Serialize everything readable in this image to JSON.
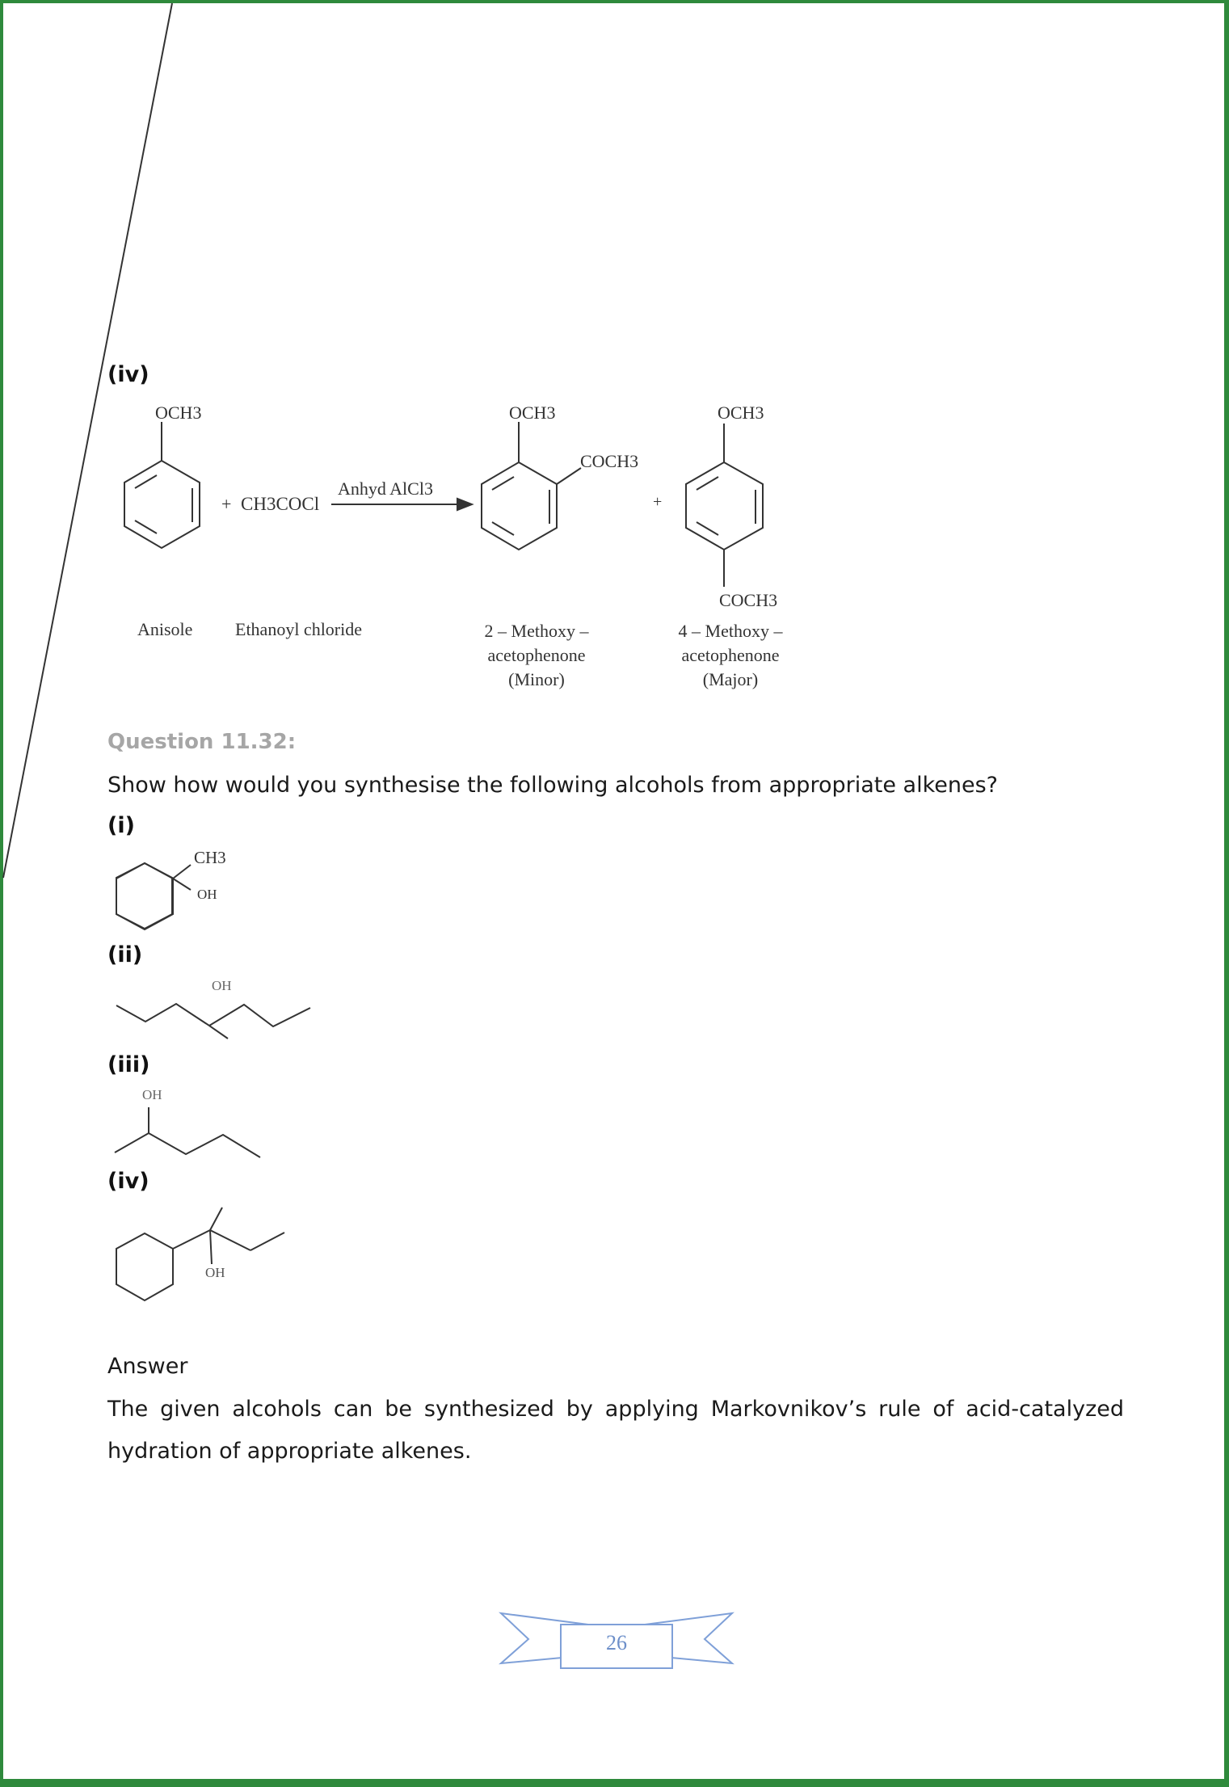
{
  "page": {
    "border_color": "#2f8a3c",
    "page_number": "26"
  },
  "prev_answer": {
    "part_label": "(iv)",
    "reaction": {
      "reactant1_group": "OCH3",
      "plus1": "+",
      "reactant2": "CH3COCl",
      "reagent": "Anhyd AlCl3",
      "product1_groups": [
        "OCH3",
        "COCH3"
      ],
      "plus2": "+",
      "product2_groups": [
        "OCH3",
        "COCH3"
      ]
    },
    "captions": {
      "reactant1": "Anisole",
      "reactant2": "Ethanoyl chloride",
      "product1": [
        "2 – Methoxy –",
        "acetophenone",
        "(Minor)"
      ],
      "product2": [
        "4 – Methoxy –",
        "acetophenone",
        "(Major)"
      ]
    }
  },
  "question": {
    "title": "Question 11.32:",
    "text": "Show how would you synthesise the following alcohols from appropriate alkenes?",
    "parts": [
      {
        "label": "(i)",
        "groups": [
          "CH3",
          "OH"
        ]
      },
      {
        "label": "(ii)",
        "groups": [
          "OH"
        ]
      },
      {
        "label": "(iii)",
        "groups": [
          "OH"
        ]
      },
      {
        "label": "(iv)",
        "groups": [
          "OH"
        ]
      }
    ]
  },
  "answer": {
    "heading": "Answer",
    "text": "The given alcohols can be synthesized by applying Markovnikov’s rule of acid-catalyzed hydration of appropriate alkenes."
  }
}
